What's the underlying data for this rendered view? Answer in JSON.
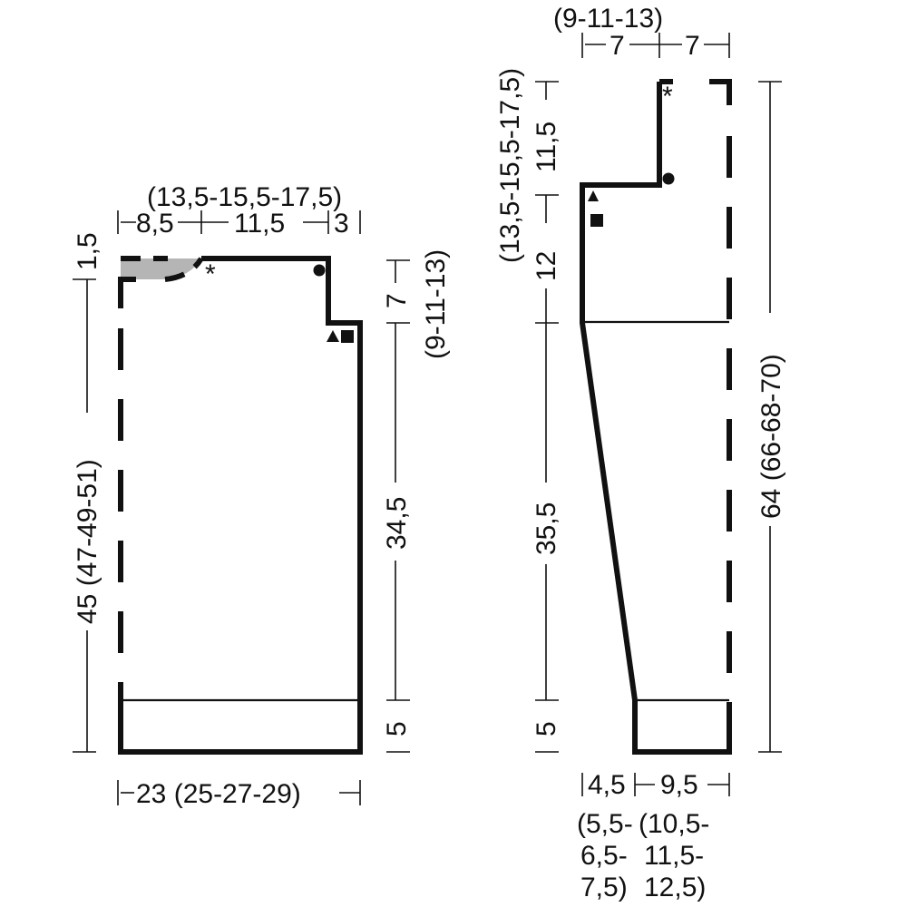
{
  "left_piece": {
    "top_label_sizes": "(13,5-15,5-17,5)",
    "top_seg_1": "8,5",
    "top_seg_2": "11,5",
    "top_seg_3": "3",
    "height_top": "1,5",
    "height_total": "45 (47-49-51)",
    "armhole_depth": "7",
    "armhole_depth_sizes": "(9-11-13)",
    "side_length": "34,5",
    "rib_height": "5",
    "width": "23 (25-27-29)",
    "marker_asterisk": "*"
  },
  "right_piece": {
    "top_label_sizes": "(9-11-13)",
    "top_seg_1": "7",
    "top_seg_2": "7",
    "upper_vertical": "(13,5-15,5-17,5) 11,5",
    "upper_sizes": "(13,5-15,5-17,5)",
    "upper_value": "11,5",
    "mid_vertical": "12",
    "taper_length": "35,5",
    "rib_height": "5",
    "total_height": "64 (66-68-70)",
    "bottom_seg_1": "4,5",
    "bottom_seg_2": "9,5",
    "bottom_seg_1_sizes_line1": "(5,5-",
    "bottom_seg_1_sizes_line2": "6,5-",
    "bottom_seg_1_sizes_line3": "7,5)",
    "bottom_seg_2_sizes_line1": "(10,5-",
    "bottom_seg_2_sizes_line2": "11,5-",
    "bottom_seg_2_sizes_line3": "12,5)",
    "marker_asterisk": "*"
  },
  "colors": {
    "line": "#111111",
    "neck_fill": "#b5b5b5",
    "background": "#ffffff"
  }
}
